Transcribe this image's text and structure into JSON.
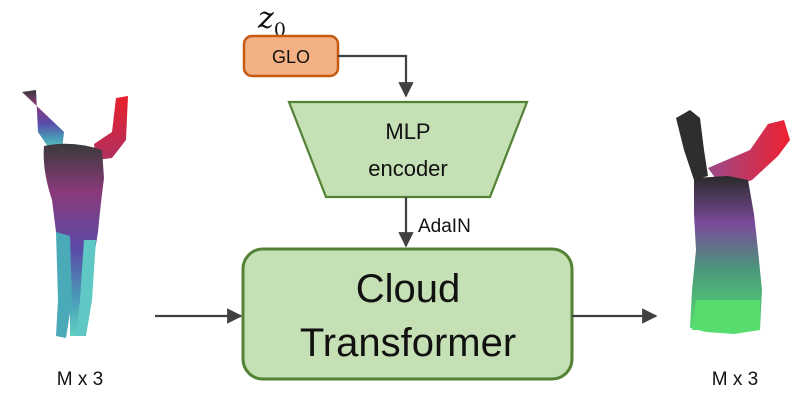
{
  "latent": {
    "symbol": "z",
    "subscript": "0"
  },
  "glo": {
    "label": "GLO",
    "fill": "#f4b183",
    "stroke": "#c55a11"
  },
  "mlp": {
    "line1": "MLP",
    "line2": "encoder",
    "fill": "#c5e0b4",
    "stroke": "#538135"
  },
  "adain": {
    "label": "AdaIN"
  },
  "transformer": {
    "line1": "Cloud",
    "line2": "Transformer",
    "fill": "#c5e0b4",
    "stroke": "#548235"
  },
  "input_cloud": {
    "label": "M x 3"
  },
  "output_cloud": {
    "label": "M x 3"
  },
  "arrow_color": "#404040"
}
